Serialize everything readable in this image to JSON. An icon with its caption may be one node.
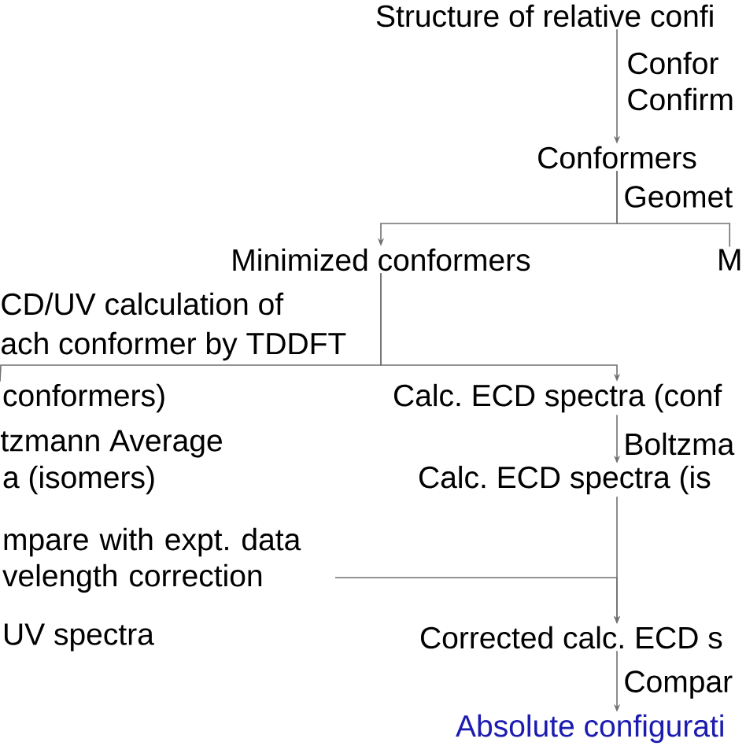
{
  "diagram": {
    "nodes": [
      {
        "text": [
          "Structure of relative confi"
        ]
      },
      {
        "text": [
          "Conformers"
        ]
      },
      {
        "text": [
          "Minimized conformers"
        ]
      },
      {
        "text": [
          "M"
        ]
      },
      {
        "text": [
          "conformers)"
        ]
      },
      {
        "text": [
          "Calc. ECD spectra (conf"
        ]
      },
      {
        "text": [
          "a (isomers)"
        ]
      },
      {
        "text": [
          "Calc. ECD spectra (is"
        ]
      },
      {
        "text": [
          "mpare with expt. data velength correction"
        ]
      },
      {
        "text": [
          "Corrected calc. ECD s"
        ]
      },
      {
        "text": [
          "UV spectra"
        ]
      },
      {
        "text": [
          "Absolute configurati"
        ]
      }
    ],
    "edges": [
      {
        "from": 0,
        "to": 1,
        "arrow": "to"
      },
      {
        "from": 1,
        "to": 2,
        "arrow": "to",
        "label": "Geomet"
      },
      {
        "from": 1,
        "to": 3,
        "arrow": "none"
      },
      {
        "from": 2,
        "to": 5,
        "arrow": "to"
      },
      {
        "from": 2,
        "to": 4,
        "arrow": "none"
      },
      {
        "from": 5,
        "to": 7,
        "arrow": "to",
        "label": "Boltzma"
      },
      {
        "from": 7,
        "to": 9,
        "arrow": "to"
      },
      {
        "from": 8,
        "to": 9,
        "arrow": "to"
      },
      {
        "from": 9,
        "to": 11,
        "arrow": "to",
        "label": "Compar"
      }
    ],
    "labels": [
      "Confor",
      "Confirm",
      "CD/UV calculation of",
      "ach conformer by TDDFT",
      "tzmann Average"
    ]
  }
}
